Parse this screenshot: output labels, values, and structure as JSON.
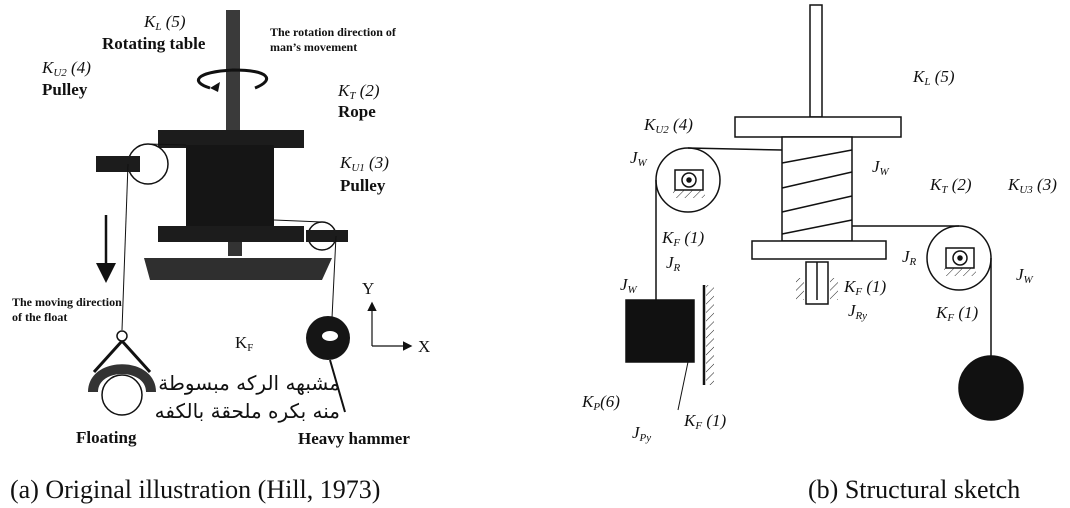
{
  "left": {
    "kl": {
      "sym": "K",
      "sub": "L",
      "num": " (5)"
    },
    "rotating_table": "Rotating table",
    "rotation_line1": "The rotation direction of",
    "rotation_line2": "man’s movement",
    "ku2": {
      "sym": "K",
      "sub": "U2",
      "num": " (4)"
    },
    "pulley_left": "Pulley",
    "kt": {
      "sym": "K",
      "sub": "T",
      "num": " (2)"
    },
    "rope": "Rope",
    "ku1": {
      "sym": "K",
      "sub": "U1",
      "num": " (3)"
    },
    "pulley_right": "Pulley",
    "moving_line1": "The moving direction",
    "moving_line2": "of the float",
    "kf": {
      "sym": "K",
      "sub": "F"
    },
    "axis_y": "Y",
    "axis_x": "X",
    "floating": "Floating",
    "heavy_hammer": "Heavy hammer",
    "arabic_line1": "مشبهه الركه مبسوطة",
    "arabic_line2": "منه بكره ملحقة بالكفه",
    "caption": "(a) Original illustration (Hill, 1973)"
  },
  "right": {
    "kl": {
      "sym": "K",
      "sub": "L",
      "num": " (5)"
    },
    "ku2": {
      "sym": "K",
      "sub": "U2",
      "num": " (4)"
    },
    "jw_left": {
      "sym": "J",
      "sub": "W"
    },
    "jw_center": {
      "sym": "J",
      "sub": "W"
    },
    "kt": {
      "sym": "K",
      "sub": "T",
      "num": " (2)"
    },
    "ku3": {
      "sym": "K",
      "sub": "U3",
      "num": " (3)"
    },
    "kf_left": {
      "sym": "K",
      "sub": "F",
      "num": " (1)"
    },
    "jr_left": {
      "sym": "J",
      "sub": "R"
    },
    "jw_mass": {
      "sym": "J",
      "sub": "W"
    },
    "kf_center": {
      "sym": "K",
      "sub": "F",
      "num": " (1)"
    },
    "jry": {
      "sym": "J",
      "sub": "Ry"
    },
    "jr_right": {
      "sym": "J",
      "sub": "R"
    },
    "jw_right": {
      "sym": "J",
      "sub": "W"
    },
    "kf_right": {
      "sym": "K",
      "sub": "F",
      "num": " (1)"
    },
    "kp": {
      "sym": "K",
      "sub": "P",
      "num": "(6)"
    },
    "kf_bottom": {
      "sym": "K",
      "sub": "F",
      "num": " (1)"
    },
    "jpy": {
      "sym": "J",
      "sub": "Py"
    },
    "caption": "(b) Structural sketch"
  }
}
